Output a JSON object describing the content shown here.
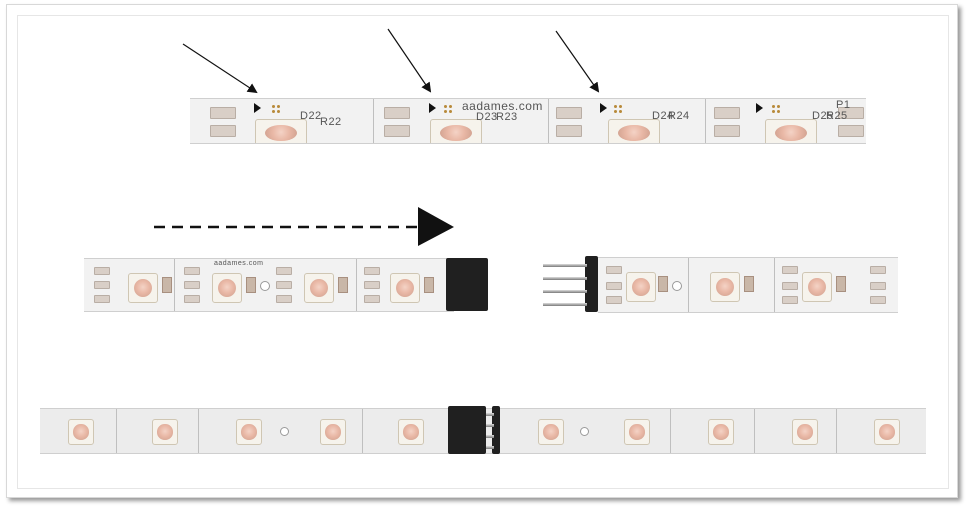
{
  "diagram": {
    "strip_top": {
      "silk_labels": [
        "D22",
        "R22",
        "D23",
        "R23",
        "D24",
        "R24",
        "D25",
        "R25",
        "P1"
      ],
      "brand_label": "aadames.com"
    },
    "arrows": {
      "pointer_arrow_count": 3,
      "direction_arrow": "right"
    },
    "strip_separate_left": {
      "label": "aadames.com"
    },
    "colors": {
      "strip": "#f2f2f2",
      "led_lens": "#e9b8a6",
      "header": "#202020",
      "arrow": "#111111"
    }
  }
}
